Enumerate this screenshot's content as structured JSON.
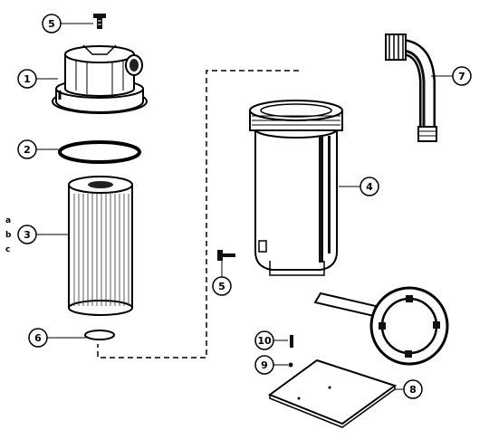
{
  "callouts": [
    {
      "id": "c1",
      "label": "1"
    },
    {
      "id": "c2",
      "label": "2"
    },
    {
      "id": "c3",
      "label": "3"
    },
    {
      "id": "c4",
      "label": "4"
    },
    {
      "id": "c5a",
      "label": "5"
    },
    {
      "id": "c5b",
      "label": "5"
    },
    {
      "id": "c6",
      "label": "6"
    },
    {
      "id": "c7",
      "label": "7"
    },
    {
      "id": "c8",
      "label": "8"
    },
    {
      "id": "c9",
      "label": "9"
    },
    {
      "id": "c10",
      "label": "10"
    }
  ],
  "cartridge_variants": [
    "a",
    "b",
    "c"
  ]
}
